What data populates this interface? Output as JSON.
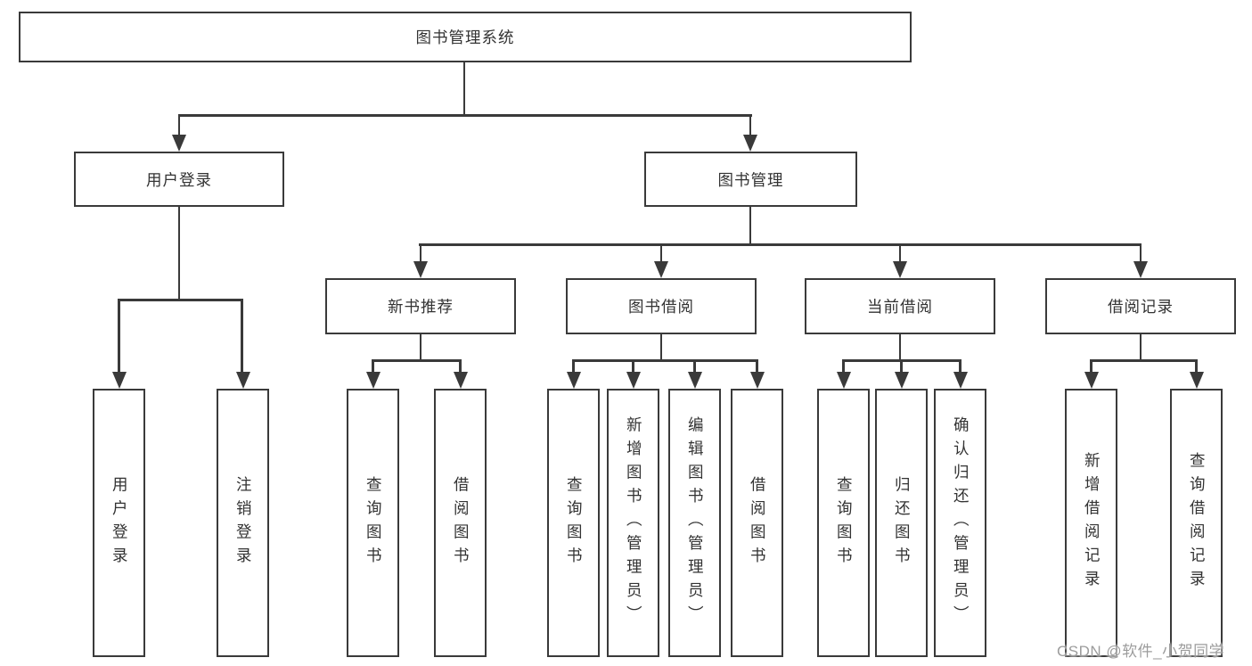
{
  "diagram": {
    "root": "图书管理系统",
    "level2": [
      "用户登录",
      "图书管理"
    ],
    "level3": [
      "新书推荐",
      "图书借阅",
      "当前借阅",
      "借阅记录"
    ],
    "leaves": {
      "user_login": [
        "用户登录",
        "注销登录"
      ],
      "new_book": [
        "查询图书",
        "借阅图书"
      ],
      "book_borrow": [
        "查询图书",
        "新增图书（管理员）",
        "编辑图书（管理员）",
        "借阅图书"
      ],
      "current_borrow": [
        "查询图书",
        "归还图书",
        "确认归还（管理员）"
      ],
      "borrow_record": [
        "新增借阅记录",
        "查询借阅记录"
      ]
    }
  },
  "watermark": {
    "text": "CSDN @软件_小贺同学"
  },
  "colors": {
    "line_color": "#3a3a3a",
    "text_color": "#333333",
    "watermark_color": "#9c9c9c",
    "background": "#ffffff"
  }
}
